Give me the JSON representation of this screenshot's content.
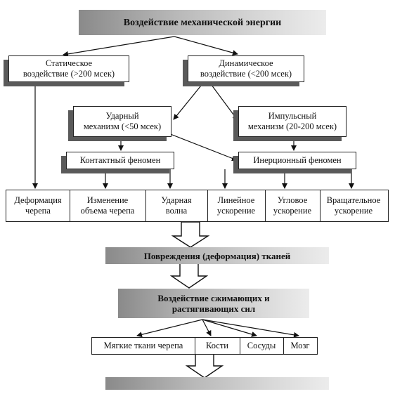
{
  "title": "Воздействие механической энергии",
  "static": "Статическое\nвоздействие (>200 мсек)",
  "dynamic": "Динамическое\nвоздействие (<200 мсек)",
  "impact": "Ударный\nмеханизм (<50 мсек)",
  "impulse": "Импульсный\nмеханизм (20-200 мсек)",
  "contact": "Контактный феномен",
  "inertial": "Инерционный феномен",
  "row1": [
    "Деформация\nчерепа",
    "Изменение\nобъема черепа",
    "Ударная\nволна",
    "Линейное\nускорение",
    "Угловое\nускорение",
    "Вращательное\nускорение"
  ],
  "damage": "Повреждения (деформация) тканей",
  "forces": "Воздействие сжимающих и\nрастягивающих сил",
  "row2": [
    "Мягкие ткани черепа",
    "Кости",
    "Сосуды",
    "Мозг"
  ]
}
